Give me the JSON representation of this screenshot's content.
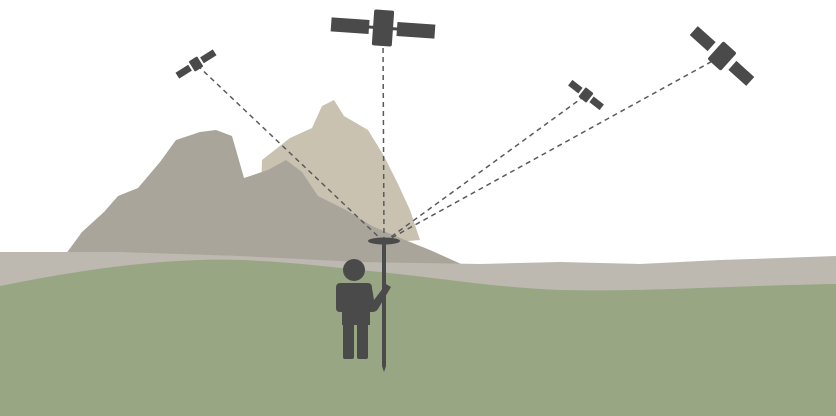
{
  "scene": {
    "description_visible_text": "",
    "elements": {
      "satellites": [
        {
          "name": "satellite-left"
        },
        {
          "name": "satellite-top"
        },
        {
          "name": "satellite-right-small"
        },
        {
          "name": "satellite-right-large"
        }
      ],
      "signal_lines_count": 4,
      "person": "surveyor-with-gnss-pole"
    }
  },
  "colors": {
    "sky": "#ffffff",
    "mountain_far": "#c9c2b0",
    "mountain_mid": "#aaa59a",
    "ridge_back": "#bdb8b0",
    "ground": "#98a684",
    "figure": "#4a4a4a",
    "signal_line": "#5a5a5a"
  },
  "icons": {
    "satellite": "satellite-icon",
    "person": "person-icon",
    "receiver": "gnss-antenna-icon"
  }
}
